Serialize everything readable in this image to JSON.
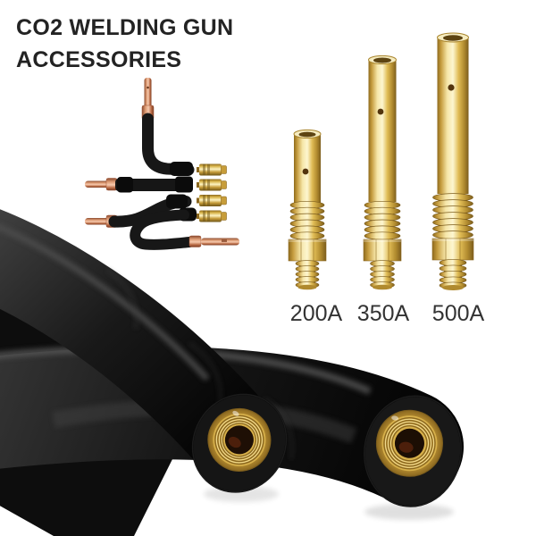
{
  "image_title": {
    "line1": "CO2 WELDING GUN",
    "line2": "ACCESSORIES"
  },
  "diffusers": {
    "items": [
      {
        "label": "200A"
      },
      {
        "label": "350A"
      },
      {
        "label": "500A"
      }
    ]
  },
  "products_shown": {
    "cable_assembly": "jumper-cables-with-copper-and-brass-tips",
    "gas_diffusers": "three-brass-gas-diffusers",
    "torch_cables": "two-black-torch-cables-with-brass-threaded-ends"
  },
  "colors": {
    "background": "#ffffff",
    "title_text": "#232323",
    "label_text": "#333333",
    "brass_light": "#fdf3c2",
    "brass_mid": "#d9b54a",
    "brass_dark": "#7c5d1d",
    "copper": "#dd9b74",
    "cable_black": "#171717"
  }
}
